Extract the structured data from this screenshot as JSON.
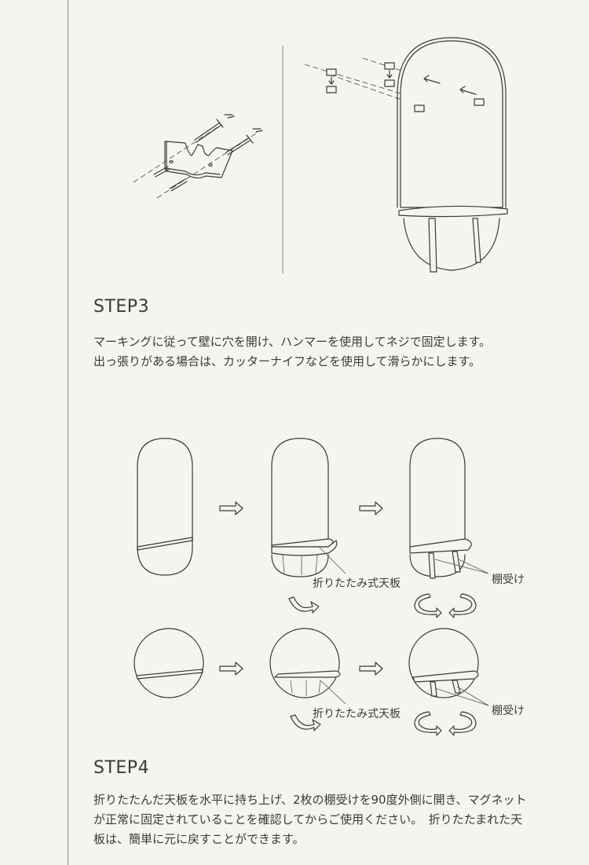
{
  "step3": {
    "title": "STEP3",
    "lines": [
      "マーキングに従って壁に穴を開け、ハンマーを使用してネジで固定します。",
      "出っ張りがある場合は、カッターナイフなどを使用して滑らかにします。"
    ]
  },
  "diagram": {
    "label_folding_top": "折りたたみ式天板",
    "label_bracket": "棚受け"
  },
  "step4": {
    "title": "STEP4",
    "lines": [
      "折りたたんだ天板を水平に持ち上げ、2枚の棚受けを90度外側に開き、マグネット",
      "が正常に固定されていることを確認してからご使用ください。　折りたたまれた天",
      "板は、簡単に元に戻すことができます。"
    ]
  }
}
